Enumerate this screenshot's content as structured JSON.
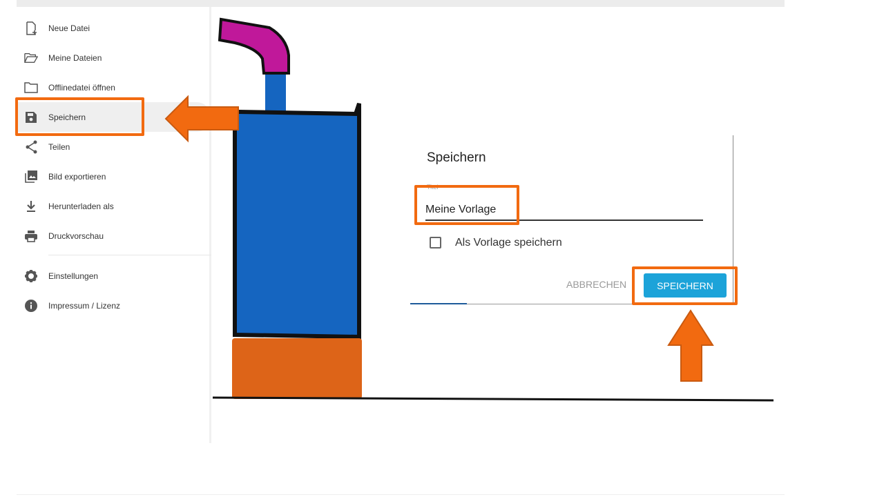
{
  "sidebar": {
    "items": [
      {
        "label": "Neue Datei",
        "icon": "new-file-icon"
      },
      {
        "label": "Meine Dateien",
        "icon": "folder-open-icon"
      },
      {
        "label": "Offlinedatei öffnen",
        "icon": "folder-icon"
      },
      {
        "label": "Speichern",
        "icon": "save-icon"
      },
      {
        "label": "Teilen",
        "icon": "share-icon"
      },
      {
        "label": "Bild exportieren",
        "icon": "image-export-icon"
      },
      {
        "label": "Herunterladen als",
        "icon": "download-icon"
      },
      {
        "label": "Druckvorschau",
        "icon": "print-icon"
      },
      {
        "label": "Einstellungen",
        "icon": "gear-icon"
      },
      {
        "label": "Impressum / Lizenz",
        "icon": "info-icon"
      }
    ]
  },
  "dialog": {
    "title": "Speichern",
    "field_label": "Titel",
    "field_value": "Meine Vorlage",
    "checkbox_label": "Als Vorlage speichern",
    "checkbox_checked": false,
    "cancel_label": "ABBRECHEN",
    "save_label": "SPEICHERN"
  },
  "colors": {
    "highlight": "#f26a10",
    "primary_button": "#1ca3d9",
    "tank_blue": "#1565c0",
    "pipe_magenta": "#c0189a",
    "base_orange": "#dd6418"
  }
}
